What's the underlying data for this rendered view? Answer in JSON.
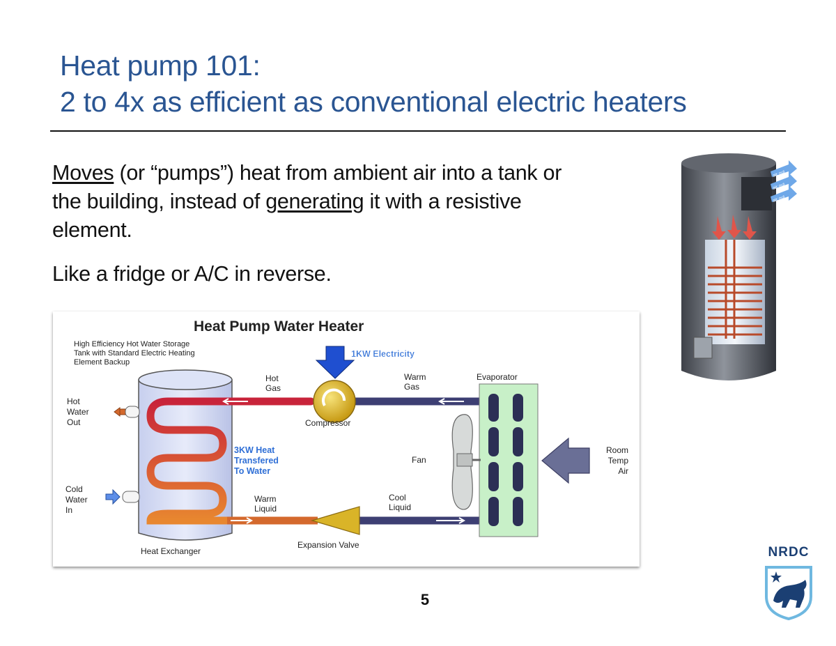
{
  "title": {
    "line1": "Heat pump 101:",
    "line2": "2 to 4x as efficient as conventional electric heaters"
  },
  "body": {
    "p1_moves": "Moves",
    "p1_a": " (or “pumps”) heat from ambient air into a tank or the building, instead of ",
    "p1_generating": "generating",
    "p1_b": " it with a resistive element.",
    "p2": "Like a fridge or A/C in reverse."
  },
  "diagram": {
    "title": "Heat Pump Water Heater",
    "storage_label": [
      "High Efficiency Hot Water Storage",
      "Tank with Standard Electric Heating",
      "Element Backup"
    ],
    "electricity": "1KW Electricity",
    "hot_gas": [
      "Hot",
      "Gas"
    ],
    "warm_gas": [
      "Warm",
      "Gas"
    ],
    "evaporator": "Evaporator",
    "hot_water_out": [
      "Hot",
      "Water",
      "Out"
    ],
    "compressor": "Compressor",
    "heat_transferred": [
      "3KW Heat",
      "Transfered",
      "To Water"
    ],
    "fan": "Fan",
    "room_temp_air": [
      "Room",
      "Temp",
      "Air"
    ],
    "cold_water_in": [
      "Cold",
      "Water",
      "In"
    ],
    "warm_liquid": [
      "Warm",
      "Liquid"
    ],
    "cool_liquid": [
      "Cool",
      "Liquid"
    ],
    "expansion_valve": "Expansion Valve",
    "heat_exchanger": "Heat Exchanger"
  },
  "heater_labels": [
    "air out",
    "air out",
    "air out"
  ],
  "page_number": "5",
  "logo": {
    "text": "NRDC"
  },
  "colors": {
    "title": "#2a5592",
    "logo": "#1b3f73",
    "electricity": "#2f6fd6"
  }
}
